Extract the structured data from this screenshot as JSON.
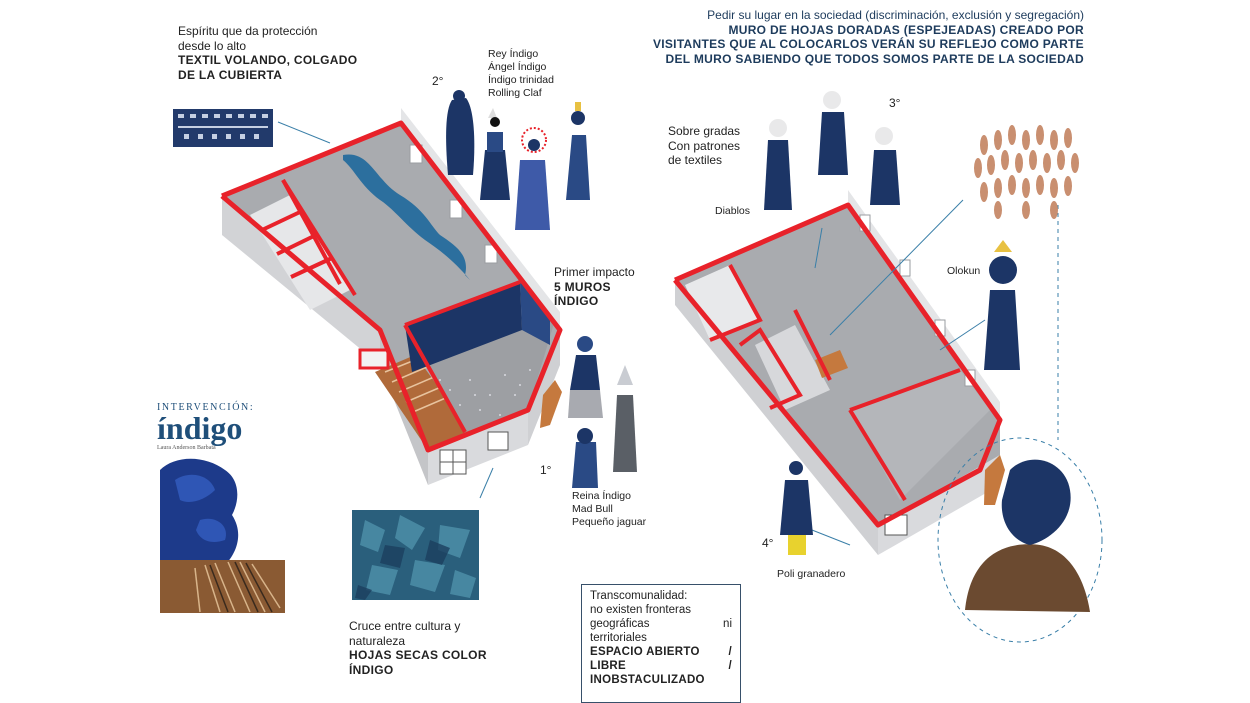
{
  "top_left": {
    "line1": "Espíritu que da protección",
    "line2": "desde lo alto",
    "bold1": "TEXTIL VOLANDO, COLGADO",
    "bold2": "DE LA CUBIERTA"
  },
  "top_right": {
    "line1": "Pedir su lugar en la sociedad  (discriminación, exclusión y segregación)",
    "bold1": "MURO DE HOJAS DORADAS (ESPEJEADAS) CREADO POR",
    "bold2": "VISITANTES QUE AL COLOCARLOS VERÁN SU REFLEJO COMO PARTE",
    "bold3": "DEL MURO SABIENDO QUE TODOS SOMOS PARTE DE LA SOCIEDAD"
  },
  "group2": {
    "number": "2°",
    "names": [
      "Rey Índigo",
      "Ángel Índigo",
      "Índigo trinidad",
      "Rolling Claf"
    ]
  },
  "primer_impacto": {
    "line1": "Primer impacto",
    "bold1": "5 MUROS",
    "bold2": "ÍNDIGO"
  },
  "group1": {
    "number": "1°",
    "names": [
      "Reina Índigo",
      "Mad Bull",
      "Pequeño jaguar"
    ]
  },
  "group3": {
    "number": "3°",
    "line1": "Sobre gradas",
    "line2": "Con patrones",
    "line3": "de textiles",
    "label": "Diablos"
  },
  "olokun": {
    "label": "Olokun"
  },
  "group4": {
    "number": "4°",
    "label": "Poli granadero"
  },
  "book_cover": {
    "kicker": "INTERVENCIÓN:",
    "title": "índigo",
    "author": "Laura Anderson Barbata"
  },
  "cruce": {
    "line1": "Cruce  entre  cultura  y",
    "line2": "naturaleza",
    "bold1": "HOJAS  SECAS  COLOR",
    "bold2": "ÍNDIGO"
  },
  "transcomunalidad": {
    "line1": "Transcomunalidad:",
    "line2a": "no existen fronteras",
    "line3a": "geográficas",
    "line3b": "ni",
    "line4": "territoriales",
    "bold1a": "ESPACIO  ABIERTO",
    "bold1b": "/",
    "bold2a": "LIBRE",
    "bold2b": "/",
    "bold3": "INOBSTACULIZADO"
  },
  "colors": {
    "wall_red": "#e8222a",
    "indigo": "#1c3566",
    "floor_grey": "#a7a9ad",
    "wall_grey": "#dcdde0",
    "wood": "#b06a3a",
    "leaf": "#c98f70"
  }
}
